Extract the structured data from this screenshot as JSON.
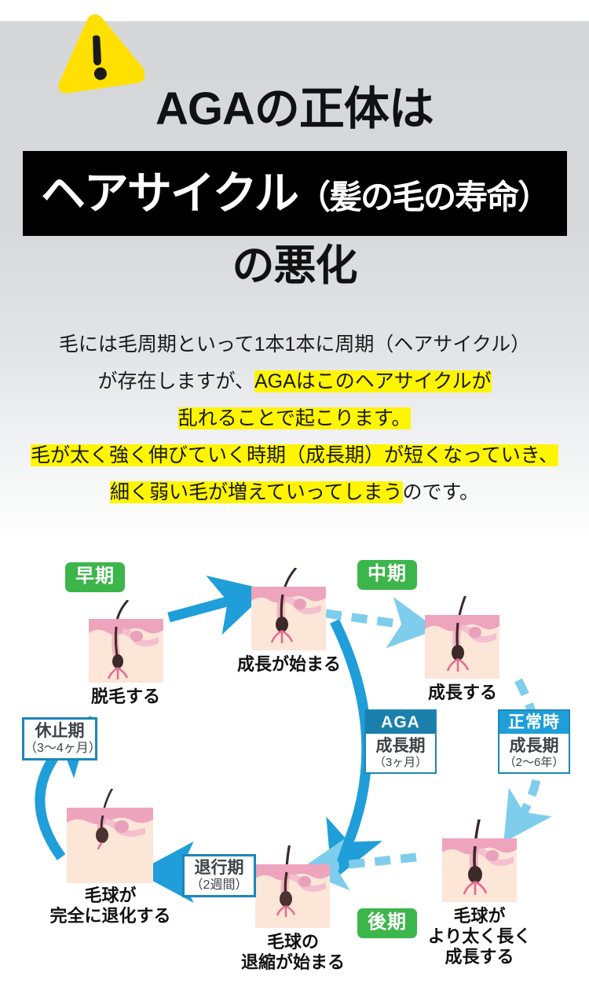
{
  "theme": {
    "bg_gray": "#d6d8da",
    "bg_white": "#ffffff",
    "warning_yellow": "#ffe000",
    "highlight_yellow": "#fff500",
    "badge_green": "#3cb54a",
    "arrow_blue": "#1f9ed9",
    "arrow_blue_dash": "#7fcdec",
    "aga_header": "#1b7fac",
    "normal_header": "#1f9ed9",
    "box_border": "#1c87b8",
    "skin_band": "#eda4bc",
    "dermis": "#fce6d8",
    "hair_dark": "#3b2a28",
    "papilla_pink": "#e8658f"
  },
  "header": {
    "warning_icon": "warning-triangle-exclamation-icon",
    "line1": "AGAの正体は",
    "line2_main": "ヘアサイクル",
    "line2_sub": "（髪の毛の寿命）",
    "line3": "の悪化"
  },
  "paragraph": {
    "lines": [
      {
        "segments": [
          {
            "text": "毛には毛周期といって1本1本に周期（ヘアサイクル）",
            "highlight": false
          }
        ]
      },
      {
        "segments": [
          {
            "text": "が存在しますが、",
            "highlight": false
          },
          {
            "text": "AGAはこのヘアサイクルが",
            "highlight": true
          }
        ]
      },
      {
        "segments": [
          {
            "text": "乱れることで起こります。",
            "highlight": true
          }
        ]
      },
      {
        "segments": [
          {
            "text": "毛が太く強く伸びていく時期（成長期）が短くなっていき、",
            "highlight": true
          }
        ]
      },
      {
        "segments": [
          {
            "text": "細く弱い毛が増えていってしまう",
            "highlight": true
          },
          {
            "text": "のです。",
            "highlight": false
          }
        ]
      }
    ]
  },
  "diagram": {
    "stage_badges": [
      {
        "id": "early",
        "label": "早期"
      },
      {
        "id": "mid",
        "label": "中期"
      },
      {
        "id": "late",
        "label": "後期"
      }
    ],
    "nodes": [
      {
        "id": "shedding",
        "caption": [
          "脱毛する"
        ],
        "illustration": "follicle-shedding-icon"
      },
      {
        "id": "growth-start",
        "caption": [
          "成長が始まる"
        ],
        "illustration": "follicle-growth-start-icon"
      },
      {
        "id": "growing",
        "caption": [
          "成長する"
        ],
        "illustration": "follicle-growing-icon"
      },
      {
        "id": "thicker-longer",
        "caption": [
          "毛球が",
          "より太く長く",
          "成長する"
        ],
        "illustration": "follicle-thick-long-icon"
      },
      {
        "id": "bulb-shrink",
        "caption": [
          "毛球の",
          "退縮が始まる"
        ],
        "illustration": "follicle-bulb-shrinking-icon"
      },
      {
        "id": "bulb-degenerated",
        "caption": [
          "毛球が",
          "完全に退化する"
        ],
        "illustration": "follicle-degenerated-icon"
      }
    ],
    "phase_boxes": [
      {
        "id": "telogen",
        "title": "休止期",
        "duration": "（3〜4ヶ月）"
      },
      {
        "id": "catagen",
        "title": "退行期",
        "duration": "（2週間）"
      }
    ],
    "comparison_boxes": [
      {
        "id": "aga",
        "header": "AGA",
        "phase": "成長期",
        "duration": "（3ヶ月）"
      },
      {
        "id": "normal",
        "header": "正常時",
        "phase": "成長期",
        "duration": "（2〜6年）"
      }
    ]
  }
}
